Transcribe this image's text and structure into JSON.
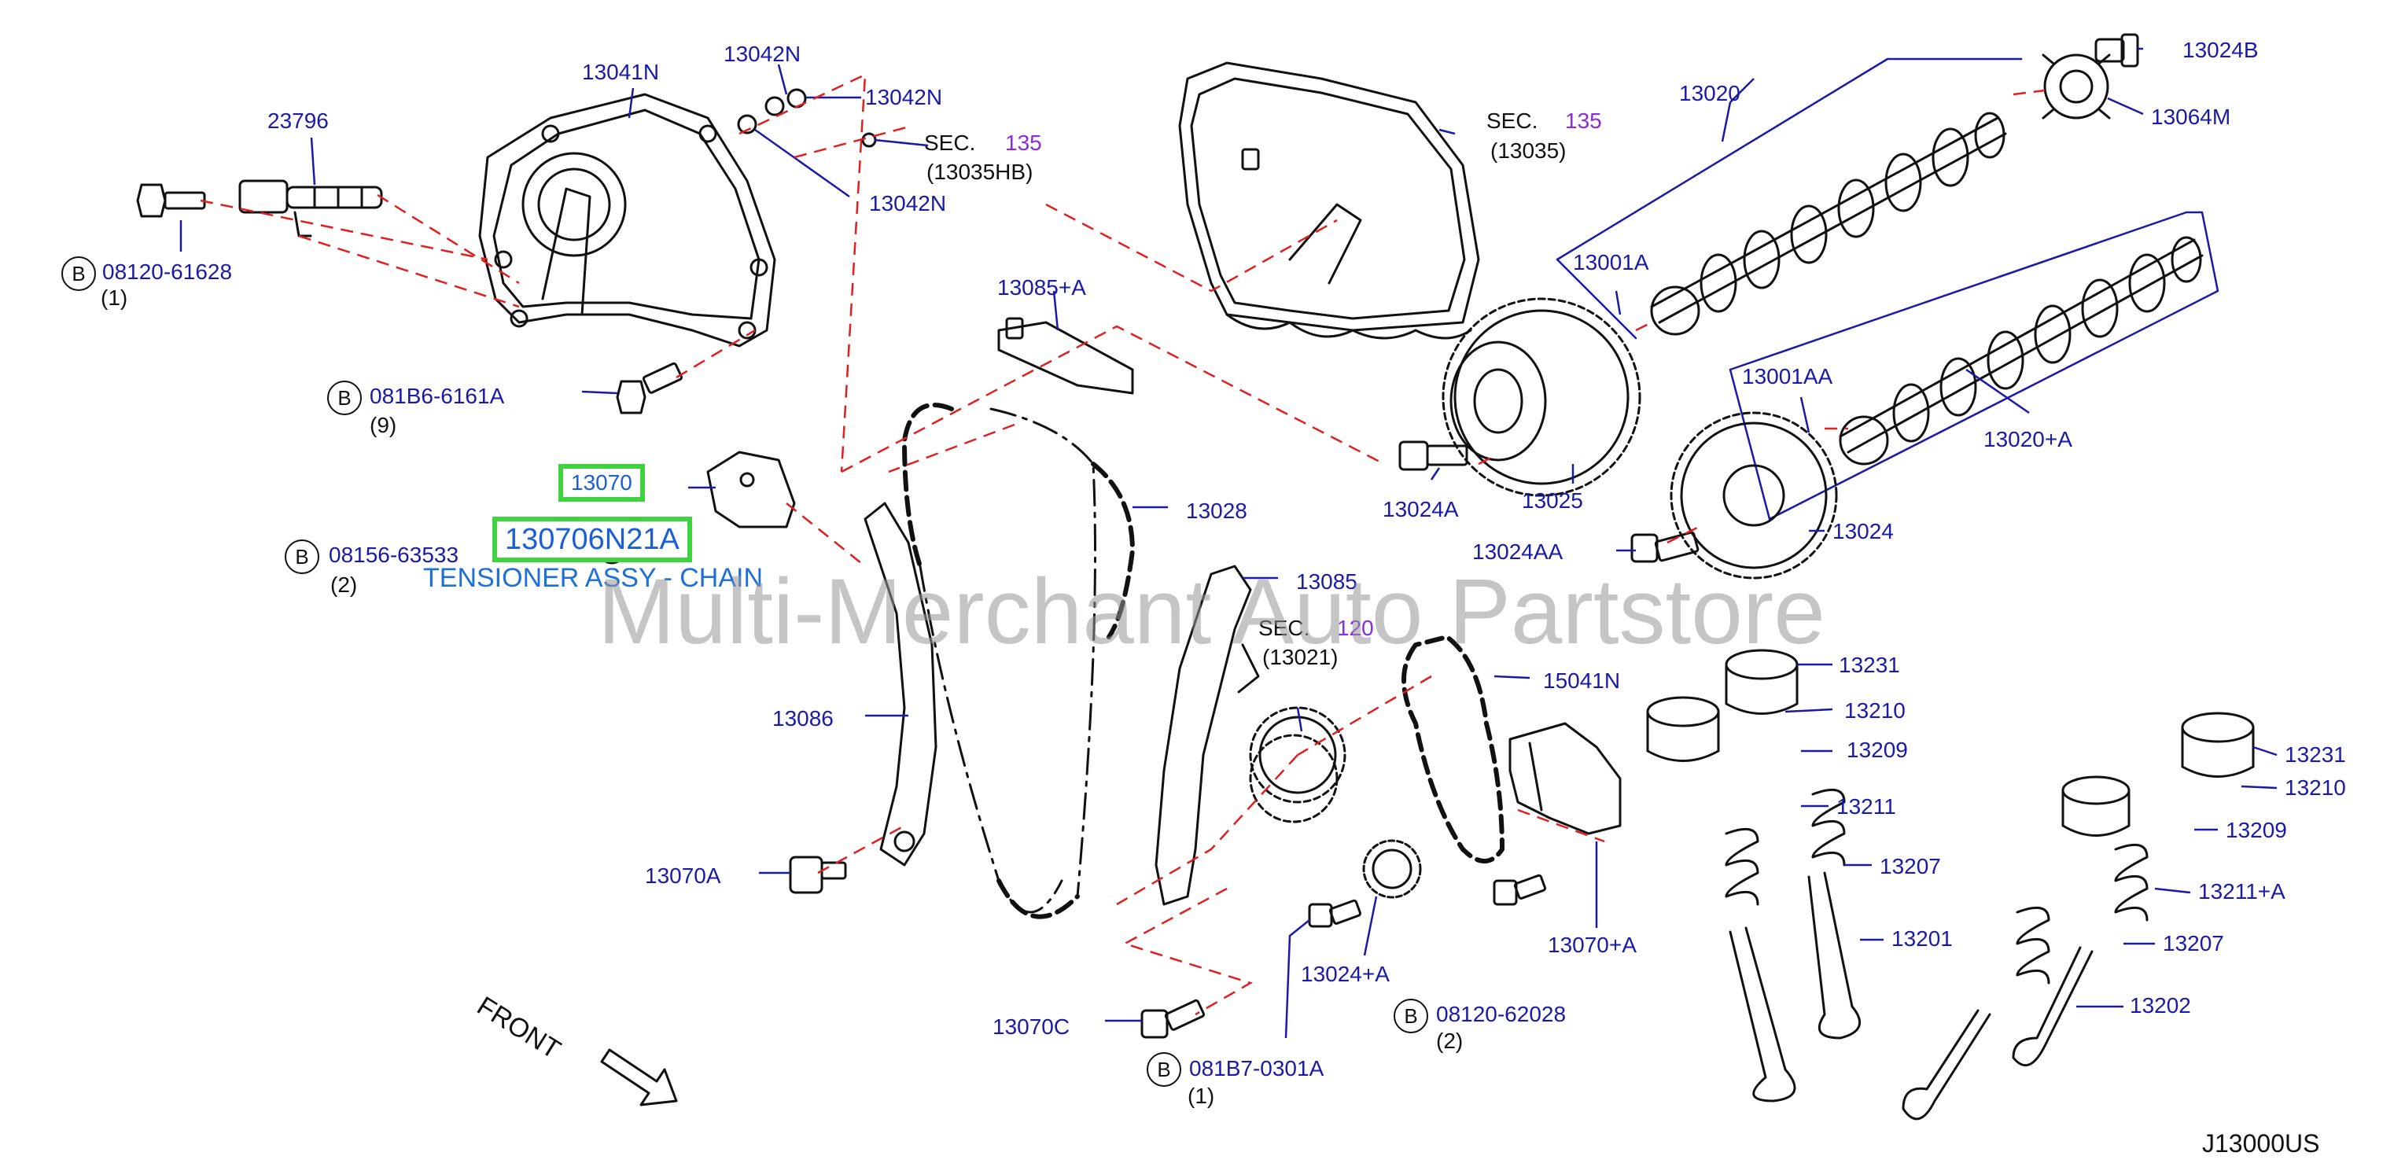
{
  "labels": {
    "p23796": "23796",
    "p13041N": "13041N",
    "p13042N_a": "13042N",
    "p13042N_b": "13042N",
    "p13042N_c": "13042N",
    "sec135_a": "SEC.",
    "sec135_a_num": "135",
    "p13035HB": "(13035HB)",
    "b08120_61628": "08120-61628",
    "qty1_a": "(1)",
    "b081B6_6161A": "081B6-6161A",
    "qty9": "(9)",
    "p13070": "13070",
    "p13070_6N21A": "130706N21A",
    "tensioner": "TENSIONER ASSY - CHAIN",
    "b08156_63533": "08156-63533",
    "qty2_a": "(2)",
    "p13085A": "13085+A",
    "p13028": "13028",
    "p13086": "13086",
    "p13070A": "13070A",
    "p13085": "13085",
    "sec120": "SEC.",
    "sec120_num": "120",
    "p13021": "(13021)",
    "p15041N": "15041N",
    "p13070C": "13070C",
    "b081B7_0301A": "081B7-0301A",
    "qty1_b": "(1)",
    "p13024A_plus": "13024+A",
    "b08120_62028": "08120-62028",
    "qty2_b": "(2)",
    "p13070_plusA": "13070+A",
    "sec135_b": "SEC.",
    "sec135_b_num": "135",
    "p13035": "(13035)",
    "p13020": "13020",
    "p13024B": "13024B",
    "p13064M": "13064M",
    "p13001A": "13001A",
    "p13001AA": "13001AA",
    "p13020A": "13020+A",
    "p13024A": "13024A",
    "p13025": "13025",
    "p13024AA": "13024AA",
    "p13024": "13024",
    "p13231_a": "13231",
    "p13210_a": "13210",
    "p13209_a": "13209",
    "p13211": "13211",
    "p13207_a": "13207",
    "p13201": "13201",
    "p13231_b": "13231",
    "p13210_b": "13210",
    "p13209_b": "13209",
    "p13211A": "13211+A",
    "p13207_b": "13207",
    "p13202": "13202",
    "front": "FRONT",
    "diagram_code": "J13000US",
    "bolt_prefix": "B"
  },
  "watermark": "Multi-Merchant Auto Partstore",
  "colors": {
    "label_blue": "#1a1aa8",
    "highlight_green": "#3fd43f",
    "link_blue": "#1e6fd8",
    "sec_purple": "#8a2be2",
    "leader_red": "#e02020",
    "outline": "#111111"
  },
  "icons": {
    "front_arrow": "arrow-down-right-icon"
  }
}
